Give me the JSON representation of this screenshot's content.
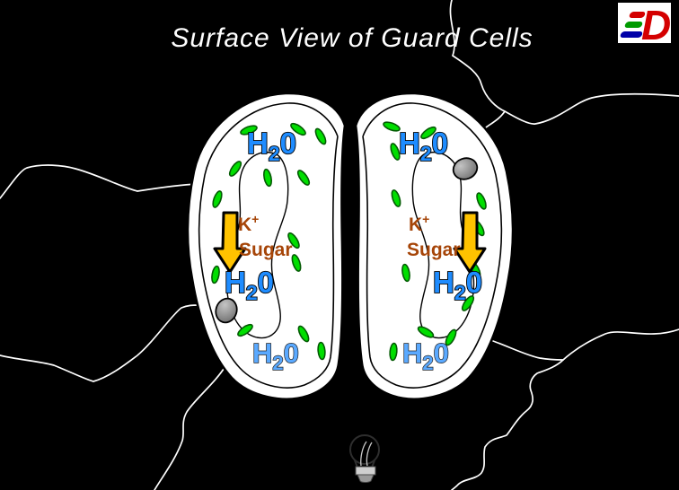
{
  "title": "Surface View of Guard Cells",
  "logo": {
    "d_letter": "D"
  },
  "labels": {
    "water": {
      "h": "H",
      "sub": "2",
      "o": "0"
    },
    "potassium": {
      "k": "K",
      "plus": "+"
    },
    "sugar": "Sugar"
  },
  "colors": {
    "background": "#000000",
    "title_text": "#ffffff",
    "epidermal_line": "#ffffff",
    "cell_fill": "#ffffff",
    "cell_stroke": "#000000",
    "water_strong": "#1e8cff",
    "water_light": "#5aa9ff",
    "solute_text": "#a64508",
    "arrow_fill": "#ffc300",
    "chloroplast_fill": "#00de00",
    "chloroplast_stroke": "#045a04",
    "nucleus_light": "#c4c4c4",
    "nucleus_dark": "#6e6e6e",
    "logo_red": "#d40000",
    "logo_green": "#009a00",
    "logo_blue": "#0000a8",
    "bulb_outline": "#2e2e2e",
    "bulb_base": "#cfcfcf"
  }
}
